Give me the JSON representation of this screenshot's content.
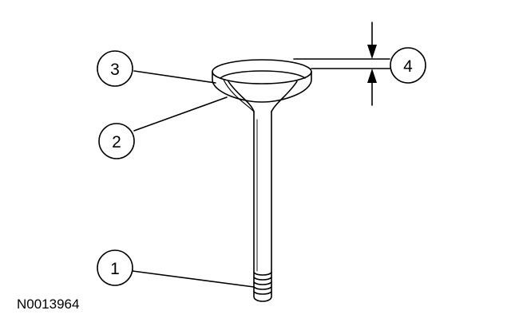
{
  "figure_id": "N0013964",
  "callouts": [
    {
      "id": "1",
      "label": "1"
    },
    {
      "id": "2",
      "label": "2"
    },
    {
      "id": "3",
      "label": "3"
    },
    {
      "id": "4",
      "label": "4"
    }
  ],
  "colors": {
    "line": "#000000",
    "background": "#ffffff"
  }
}
